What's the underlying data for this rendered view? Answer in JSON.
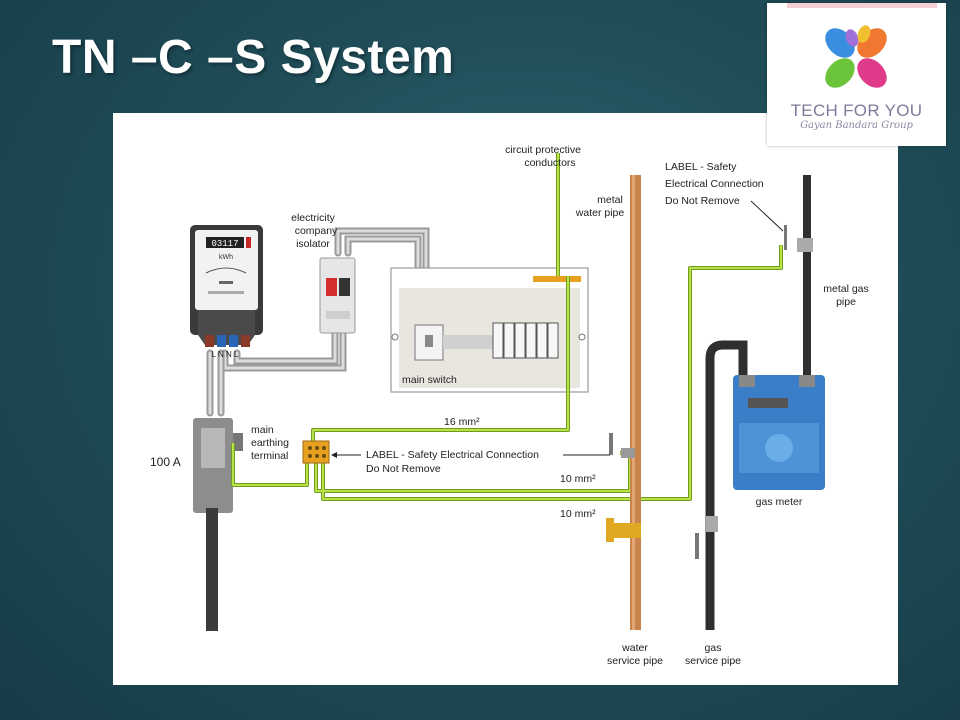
{
  "slide": {
    "title": "TN –C –S System"
  },
  "logo": {
    "name": "TECH FOR YOU",
    "subtitle": "Gayan Bandara Group"
  },
  "meter": {
    "reading": "03117",
    "unit": "kWh",
    "terminals": "L N N L"
  },
  "labels": {
    "cpc_line1": "circuit protective",
    "cpc_line2": "conductors",
    "isolator_line1": "electricity",
    "isolator_line2": "company",
    "isolator_line3": "isolator",
    "water_pipe_line1": "metal",
    "water_pipe_line2": "water pipe",
    "label_top_line1": "LABEL - Safety",
    "label_top_line2": "Electrical Connection",
    "label_top_line3": "Do Not Remove",
    "gas_pipe_line1": "metal gas",
    "gas_pipe_line2": "pipe",
    "main_switch": "main switch",
    "cable_16": "16 mm²",
    "met_line1": "main",
    "met_line2": "earthing",
    "met_line3": "terminal",
    "fuse_rating": "100 A",
    "label_mid_line1": "LABEL - Safety Electrical Connection",
    "label_mid_line2": "Do Not Remove",
    "cable_10a": "10 mm²",
    "cable_10b": "10 mm²",
    "gas_meter": "gas meter",
    "water_service_line1": "water",
    "water_service_line2": "service pipe",
    "gas_service_line1": "gas",
    "gas_service_line2": "service pipe"
  },
  "colors": {
    "earth_conductor": "#a8d63a",
    "copper_pipe": "#c9844c",
    "gas_meter": "#3a7ec7",
    "bar": "#e8a020"
  }
}
